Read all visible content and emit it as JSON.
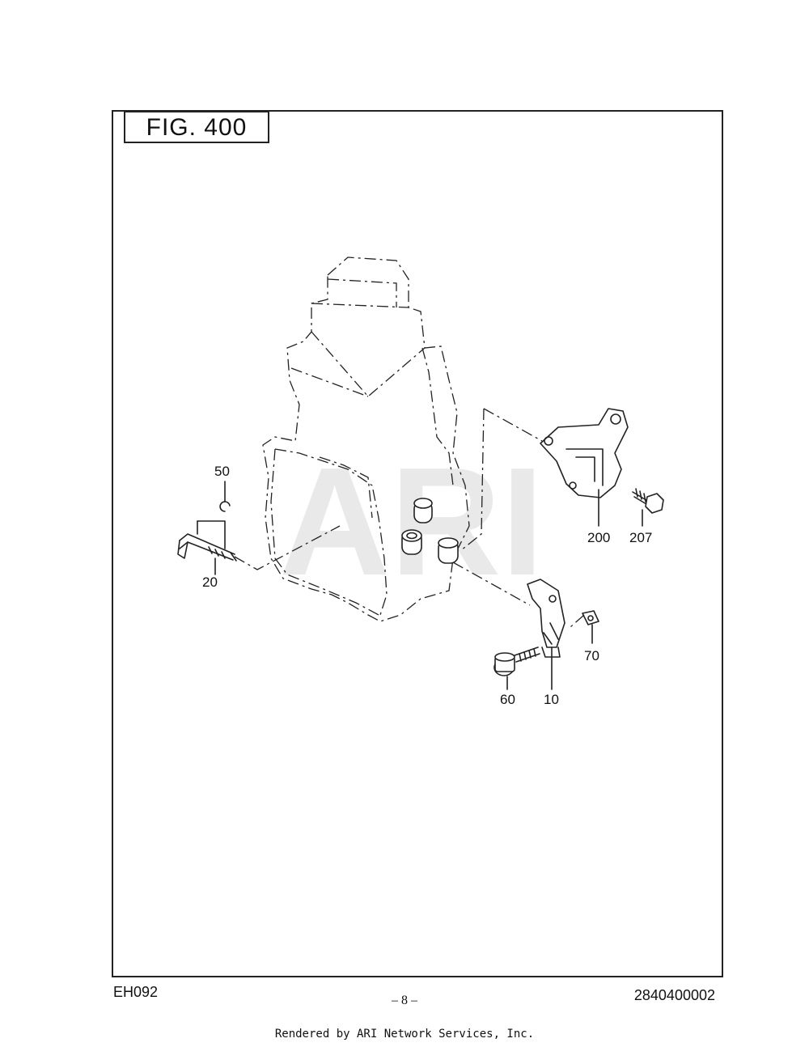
{
  "figure": {
    "title": "FIG. 400",
    "watermark": "ARI"
  },
  "callouts": [
    {
      "id": "c50",
      "label": "50"
    },
    {
      "id": "c20",
      "label": "20"
    },
    {
      "id": "c200",
      "label": "200"
    },
    {
      "id": "c207",
      "label": "207"
    },
    {
      "id": "c70",
      "label": "70"
    },
    {
      "id": "c60",
      "label": "60"
    },
    {
      "id": "c10",
      "label": "10"
    }
  ],
  "footer": {
    "model": "EH092",
    "page": "– 8 –",
    "part_number": "2840400002",
    "rendered_by": "Rendered by ARI Network Services, Inc."
  }
}
